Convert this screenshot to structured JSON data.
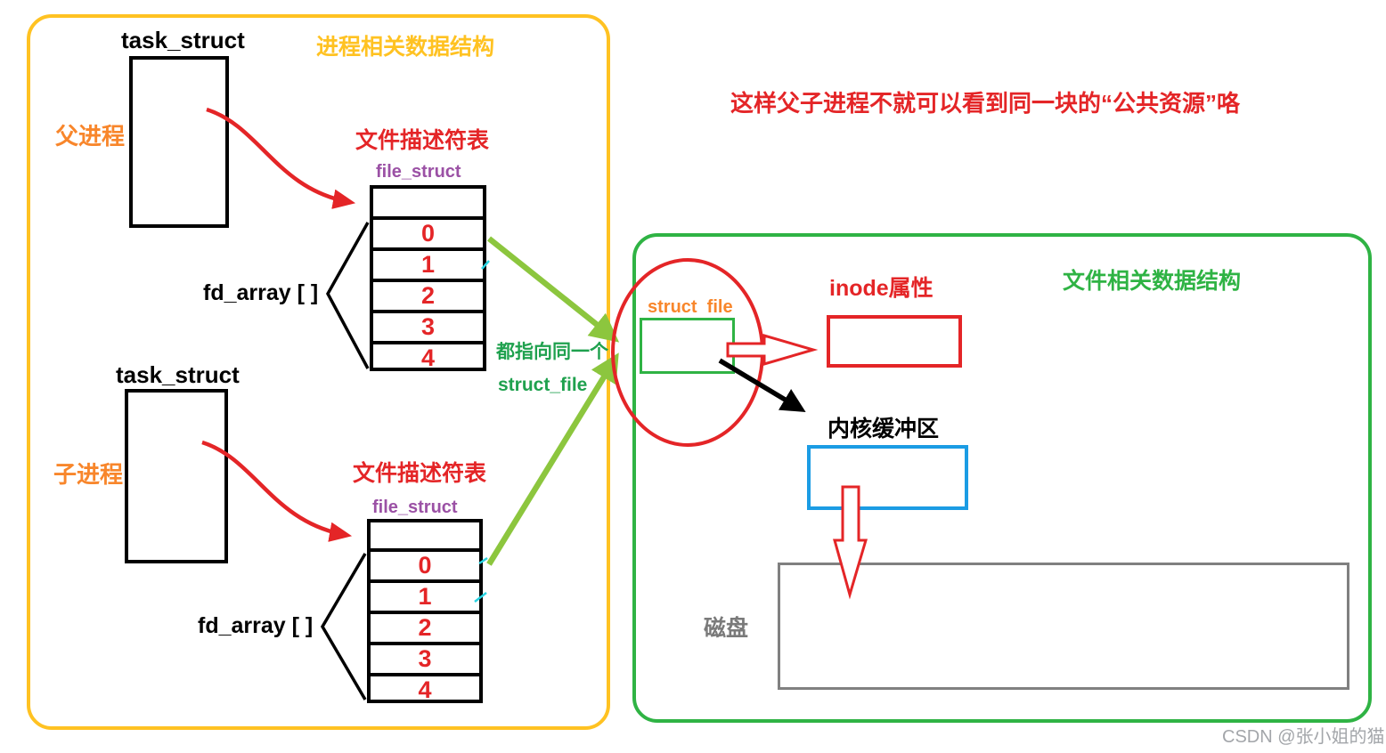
{
  "process_box": {
    "title": "进程相关数据结构",
    "parent": {
      "task_struct": "task_struct",
      "role": "父进程",
      "fd_table_title": "文件描述符表",
      "file_struct": "file_struct",
      "fd_array": "fd_array [ ]",
      "fd_rows": [
        "0",
        "1",
        "2",
        "3",
        "4"
      ]
    },
    "child": {
      "task_struct": "task_struct",
      "role": "子进程",
      "fd_table_title": "文件描述符表",
      "file_struct": "file_struct",
      "fd_array": "fd_array [ ]",
      "fd_rows": [
        "0",
        "1",
        "2",
        "3",
        "4"
      ]
    }
  },
  "file_box": {
    "title": "文件相关数据结构",
    "struct_file": "struct  file",
    "inode": "inode属性",
    "kernel_buffer": "内核缓冲区",
    "disk": "磁盘"
  },
  "notes": {
    "top_note": "这样父子进程不就可以看到同一块的“公共资源”咯",
    "shared_line1": "都指向同一个",
    "shared_line2": "struct_file",
    "watermark": "CSDN @张小姐的猫"
  },
  "colors": {
    "process_box_border": "#FFC222",
    "file_box_border": "#2FB344",
    "red_accent": "#E42527",
    "orange_accent": "#F8862B",
    "purple_accent": "#9B51A5",
    "shared_green_text": "#1FA14E",
    "pointer_arrow_green": "#8CC63E",
    "kernel_buffer_border": "#1B9CE4",
    "disk_border": "#808080",
    "cyan_tick": "#29D3E2"
  }
}
